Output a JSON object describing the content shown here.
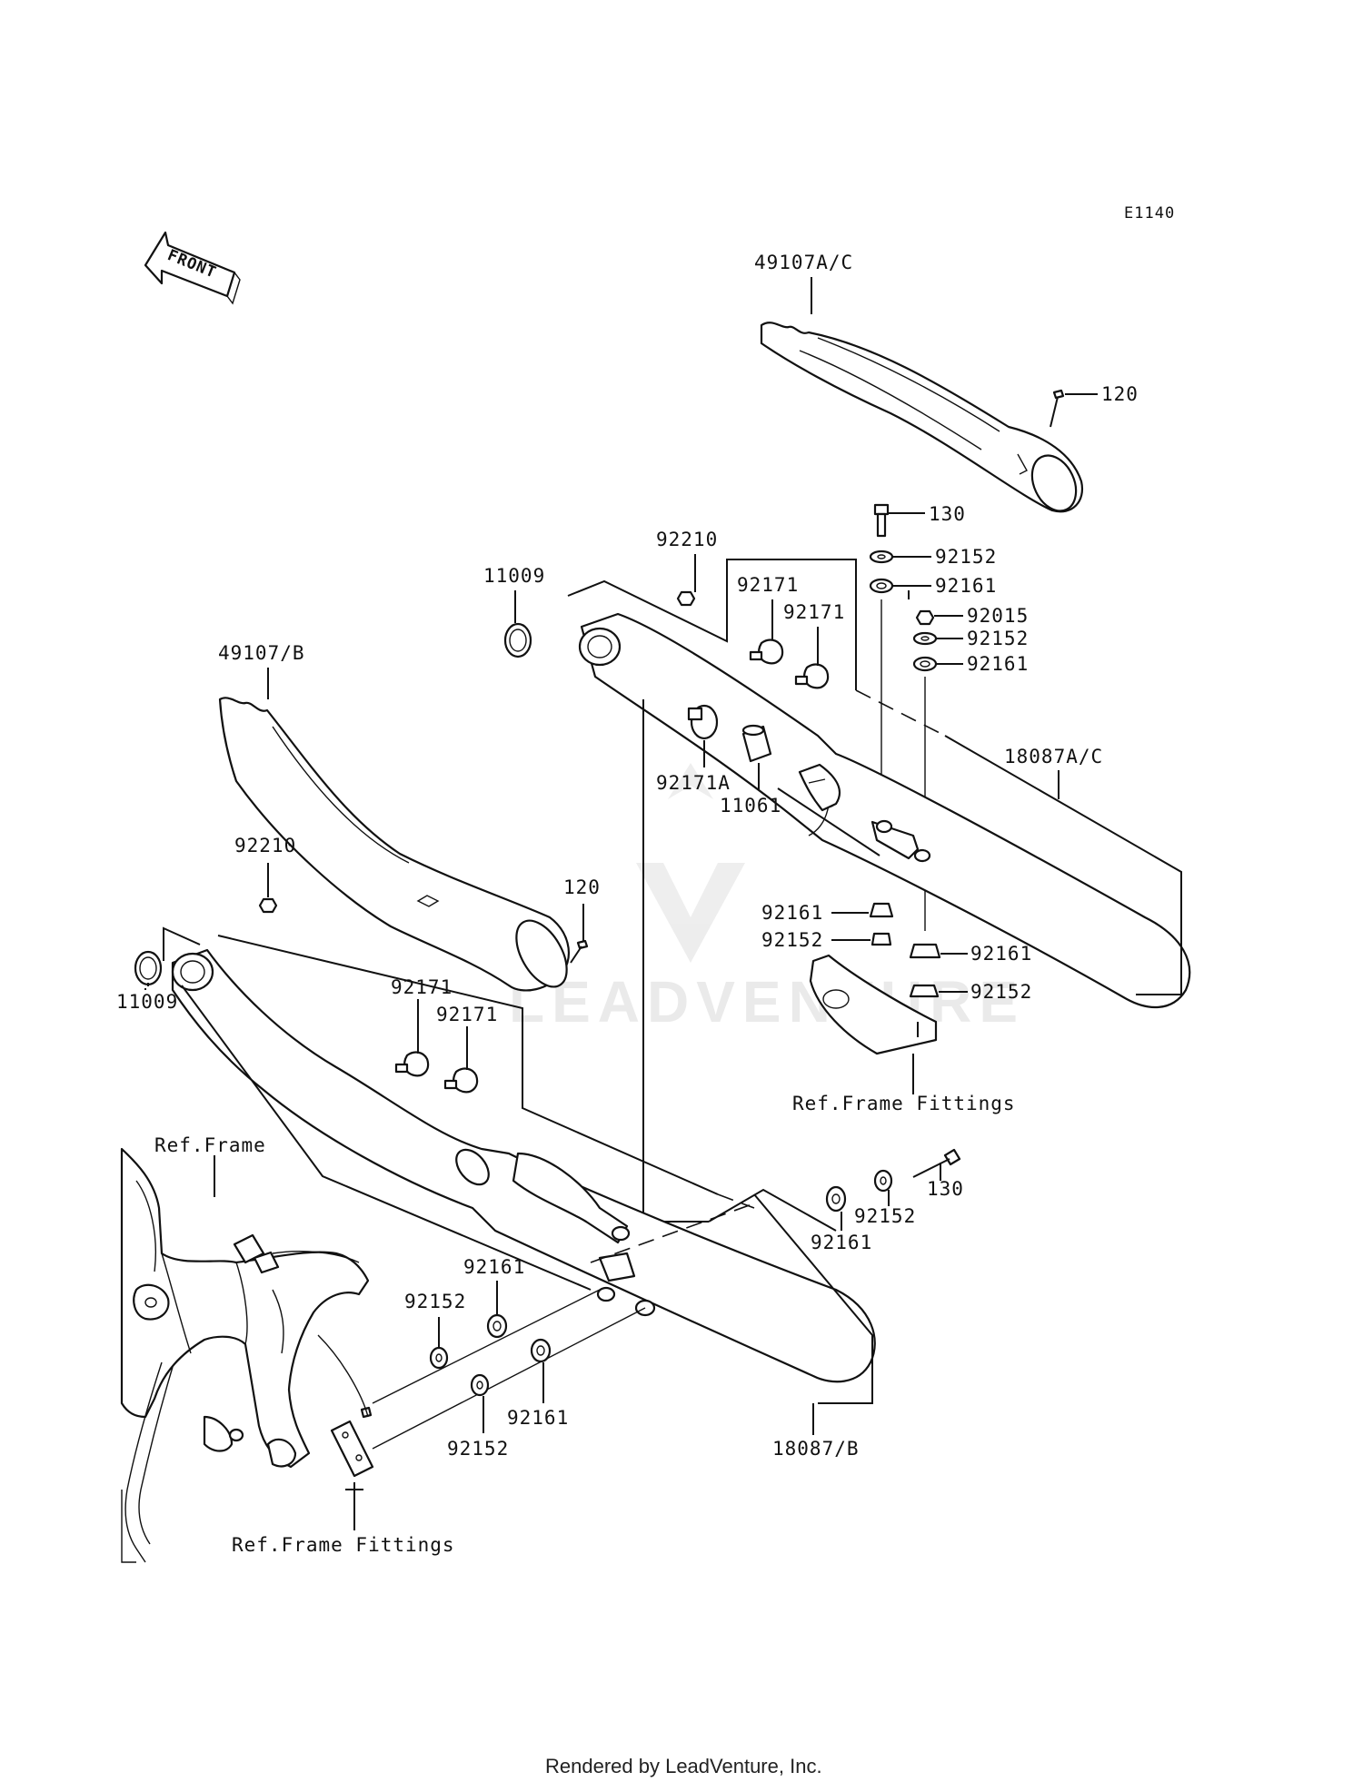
{
  "diagram_code": "E1140",
  "front_label": "FRONT",
  "footer": "Rendered by LeadVenture, Inc.",
  "watermark": "LEADVENTURE",
  "callouts": {
    "shield_right": "49107A/C",
    "screw_right": "120",
    "bolt_right": "130",
    "washer_r1": "92152",
    "damper_r1": "92161",
    "nut_r": "92015",
    "washer_r2": "92152",
    "damper_r2": "92161",
    "nut_top": "92210",
    "gasket_top": "11009",
    "clamp_top_1": "92171",
    "clamp_top_2": "92171",
    "muffler_right": "18087A/C",
    "clamp_joint": "92171A",
    "sleeve_joint": "11061",
    "damper_r3": "92161",
    "washer_r3": "92152",
    "damper_r4": "92161",
    "washer_r4": "92152",
    "frame_fittings_right": "Ref.Frame Fittings",
    "shield_left": "49107/B",
    "nut_left": "92210",
    "screw_left": "120",
    "gasket_left": "11009",
    "clamp_left_1": "92171",
    "clamp_left_2": "92171",
    "ref_frame": "Ref.Frame",
    "bolt_lower": "130",
    "washer_lower_r": "92152",
    "damper_lower_r": "92161",
    "damper_lower_1": "92161",
    "washer_lower_1": "92152",
    "damper_lower_2": "92161",
    "washer_lower_2": "92152",
    "muffler_left": "18087/B",
    "frame_fittings_left": "Ref.Frame Fittings"
  }
}
